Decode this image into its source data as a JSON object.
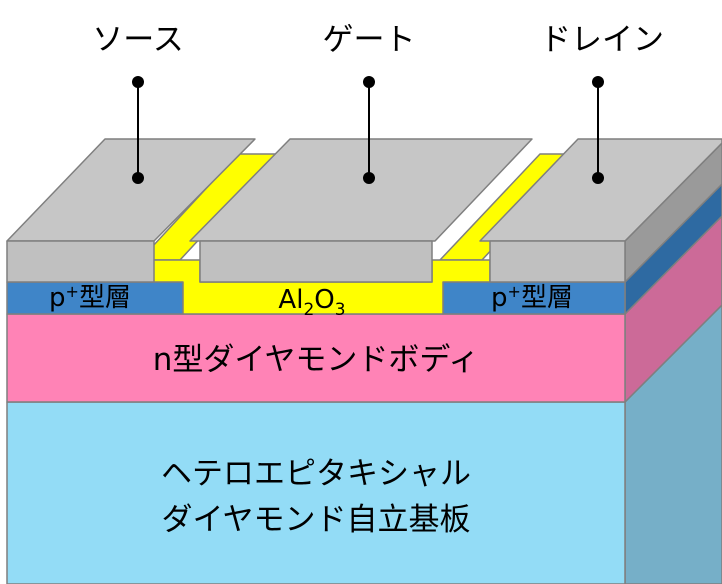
{
  "terminals": {
    "source": "ソース",
    "gate": "ゲート",
    "drain": "ドレイン"
  },
  "layers": {
    "p_plus_left": {
      "base": "p",
      "superscript": "+",
      "suffix": "型層"
    },
    "p_plus_right": {
      "base": "p",
      "superscript": "+",
      "suffix": "型層"
    },
    "oxide": {
      "base": "Al",
      "sub1": "2",
      "mid": "O",
      "sub2": "3"
    },
    "n_body": "n型ダイヤモンドボディ",
    "substrate": {
      "line1": "ヘテロエピタキシャル",
      "line2": "ダイヤモンド自立基板"
    }
  },
  "colors": {
    "metal_front": "#c0c0c0",
    "metal_top": "#c6c6c6",
    "metal_side": "#9a9a9a",
    "oxide": "#ffff00",
    "p_layer": "#3f85c8",
    "p_layer_side": "#2e6aa2",
    "n_body": "#ff83b6",
    "n_body_side": "#cc6a98",
    "substrate": "#93dcf6",
    "substrate_side": "#76afc8",
    "outline": "#7f7f7f"
  }
}
